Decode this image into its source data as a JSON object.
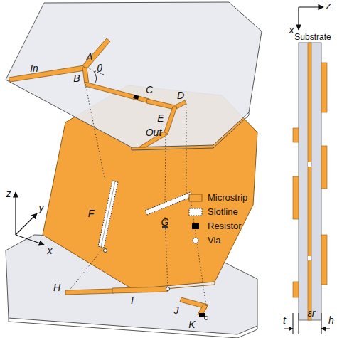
{
  "diagram": {
    "labels": [
      "In",
      "A",
      "B",
      "θ",
      "C",
      "D",
      "E",
      "Out",
      "F",
      "G",
      "H",
      "I",
      "J",
      "K",
      "z",
      "y",
      "x",
      "z",
      "x",
      "Substrate",
      "t",
      "h",
      "εr"
    ],
    "legend": [
      {
        "text": "Microstrip",
        "color": "#f5a33b"
      },
      {
        "text": "Slotline"
      },
      {
        "text": "Resistor",
        "color": "#000000"
      },
      {
        "text": "Via"
      }
    ]
  }
}
